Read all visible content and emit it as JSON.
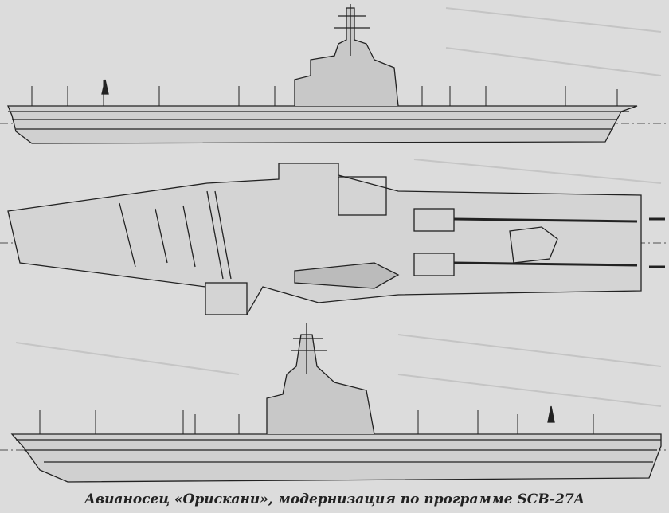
{
  "figure": {
    "caption": "Авианосец «Орискани», модернизация по программе SCB-27A",
    "views": [
      "starboard-profile",
      "flight-deck-plan",
      "port-profile"
    ]
  },
  "colors": {
    "paper": "#dcdcdc",
    "ink": "#222222"
  }
}
